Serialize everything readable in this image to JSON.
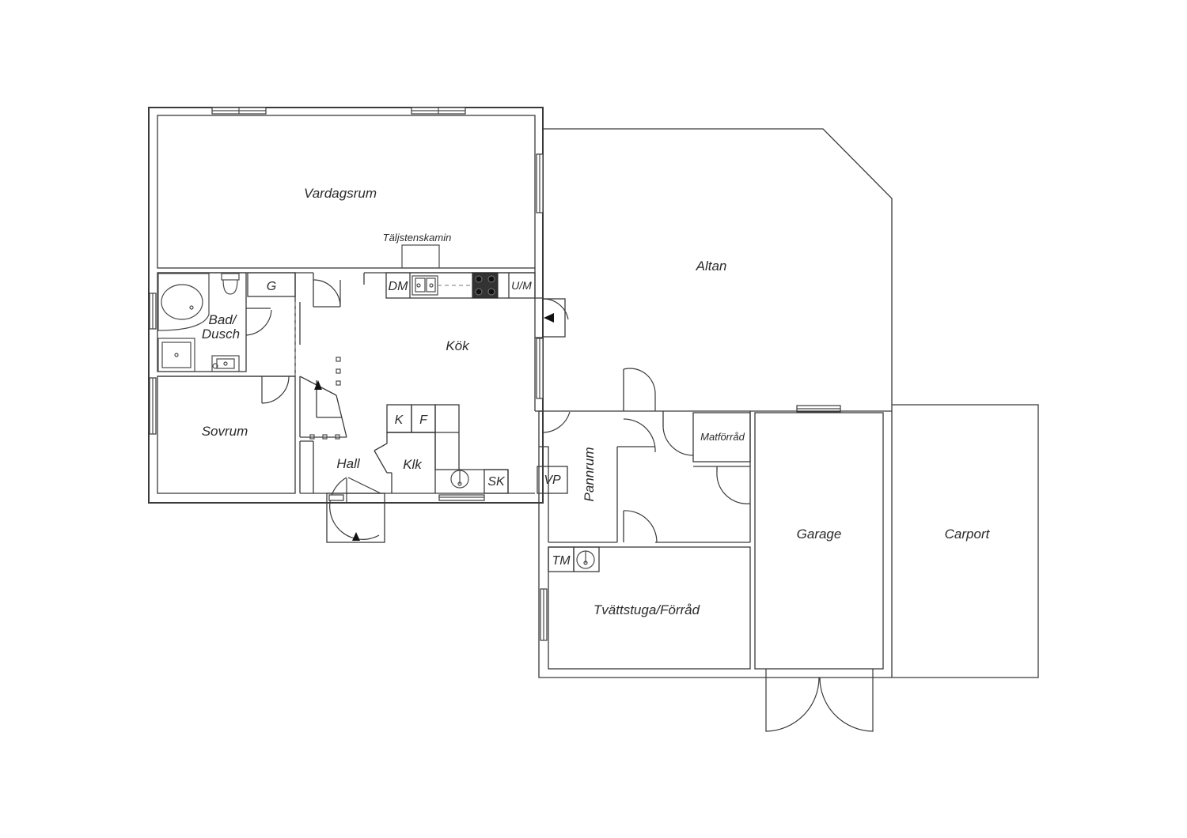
{
  "floorplan": {
    "rooms": {
      "vardagsrum": "Vardagsrum",
      "taljstenskamin": "Täljstenskamin",
      "altan": "Altan",
      "kok": "Kök",
      "bad_line1": "Bad/",
      "bad_line2": "Dusch",
      "sovrum": "Sovrum",
      "hall": "Hall",
      "klk": "Klk",
      "pannrum": "Pannrum",
      "matforrad": "Matförråd",
      "garage": "Garage",
      "carport": "Carport",
      "tvattstuga": "Tvättstuga/Förråd"
    },
    "fixtures": {
      "g": "G",
      "dm": "DM",
      "um": "U/M",
      "k": "K",
      "f": "F",
      "sk": "SK",
      "vp": "VP",
      "tm": "TM"
    }
  }
}
